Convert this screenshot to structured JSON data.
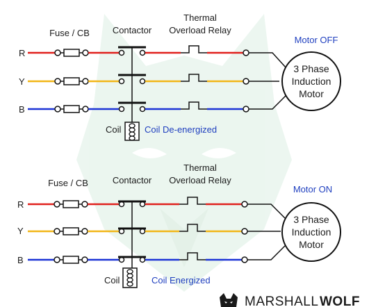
{
  "colors": {
    "phase_r": "#e0201c",
    "phase_y": "#f2b616",
    "phase_b": "#1c33d6",
    "wire": "#111111",
    "status_text": "#1f3fbf",
    "watermark": "#dcefe3"
  },
  "diagrams": [
    {
      "state": "off",
      "fuse_label": "Fuse / CB",
      "contactor_label": "Contactor",
      "relay_label_line1": "Thermal",
      "relay_label_line2": "Overload Relay",
      "motor_status": "Motor OFF",
      "motor_line1": "3 Phase",
      "motor_line2": "Induction",
      "motor_line3": "Motor",
      "coil_label": "Coil",
      "coil_status": "Coil De-energized",
      "phases": [
        "R",
        "Y",
        "B"
      ]
    },
    {
      "state": "on",
      "fuse_label": "Fuse / CB",
      "contactor_label": "Contactor",
      "relay_label_line1": "Thermal",
      "relay_label_line2": "Overload Relay",
      "motor_status": "Motor ON",
      "motor_line1": "3 Phase",
      "motor_line2": "Induction",
      "motor_line3": "Motor",
      "coil_label": "Coil",
      "coil_status": "Coil Energized",
      "phases": [
        "R",
        "Y",
        "B"
      ]
    }
  ],
  "brand": {
    "logo_icon": "wolf-head-icon",
    "name_part1": "MARSHALL",
    "name_part2": "WOLF"
  }
}
